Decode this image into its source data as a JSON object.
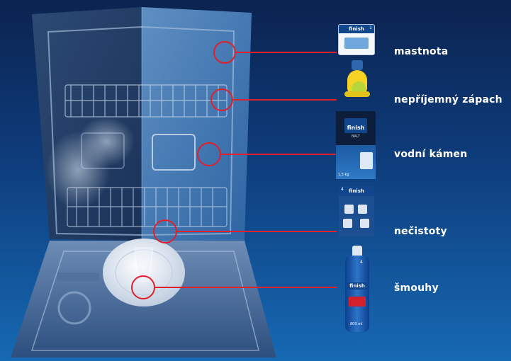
{
  "callouts": [
    {
      "label": "mastnota"
    },
    {
      "label": "nepříjemný zápach"
    },
    {
      "label": "vodní kámen"
    },
    {
      "label": "nečistoty"
    },
    {
      "label": "šmouhy"
    }
  ],
  "brand": {
    "name": "finish",
    "sub": "BALT",
    "color_red": "#d3202a",
    "color_blue": "#12468c",
    "ring_color": "#e0202a"
  },
  "products": [
    {
      "icon": "machine-cleaner-box-icon",
      "badge": "1"
    },
    {
      "icon": "freshener-yellow-icon"
    },
    {
      "icon": "salt-box-icon",
      "weight": "1,5 kg"
    },
    {
      "icon": "calgon-tabs-box-icon",
      "badge": "4"
    },
    {
      "icon": "rinse-aid-bottle-icon",
      "badge": "4",
      "volume": "800 ml"
    }
  ]
}
